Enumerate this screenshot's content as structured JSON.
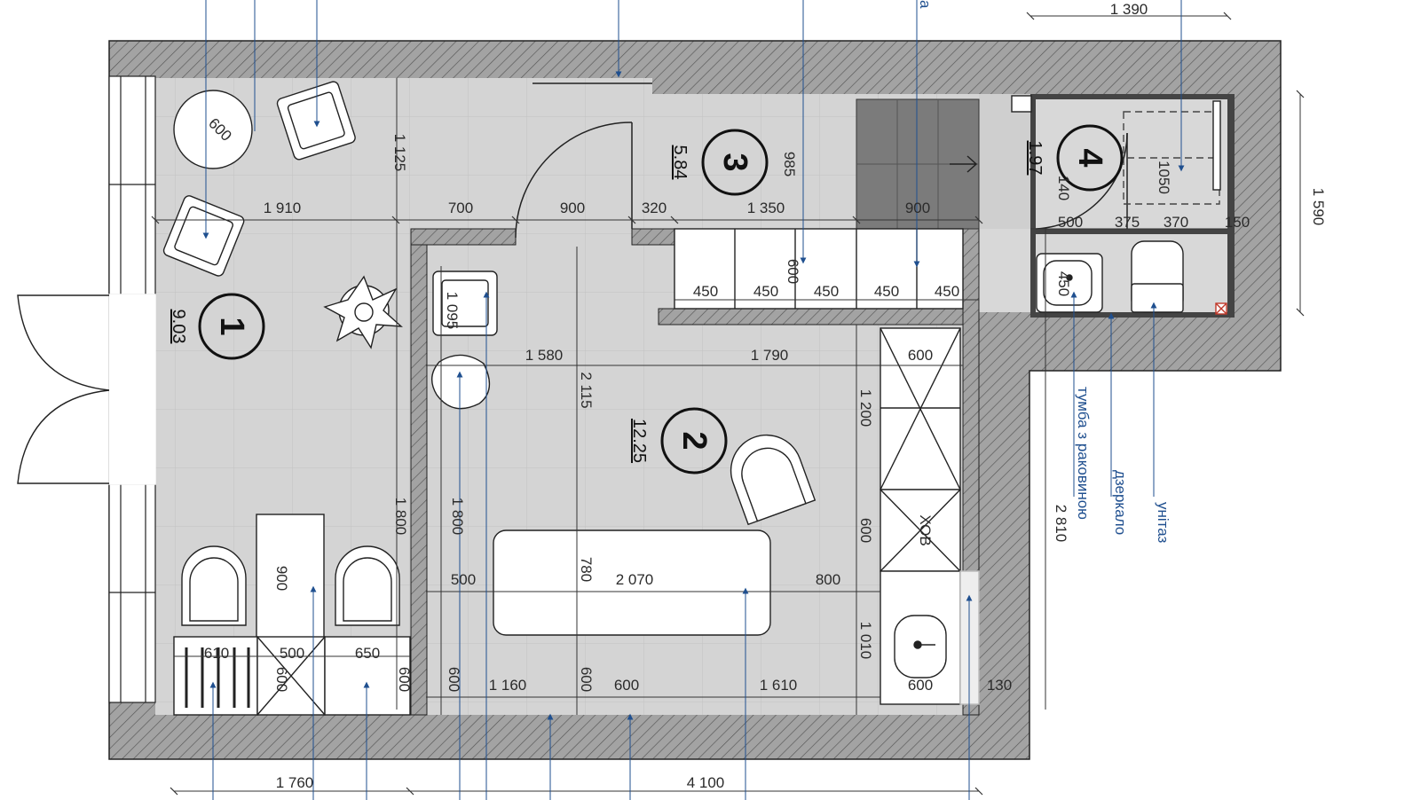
{
  "colors": {
    "wall_fill": "#9a9a9a",
    "floor": "#d4d4d4",
    "grid": "#bdbdbd",
    "stairs": "#777777",
    "line": "#1a1a1a",
    "arrow": "#1f4f8f",
    "label": "#1f4f8f"
  },
  "rooms": [
    {
      "number": "1",
      "area": "9.03"
    },
    {
      "number": "2",
      "area": "12.25"
    },
    {
      "number": "3",
      "area": "5.84"
    },
    {
      "number": "4",
      "area": "1.97"
    }
  ],
  "labels": {
    "sink_cabinet": "тумба з раковиною",
    "mirror": "дзеркало",
    "toilet": "унітаз",
    "top_cut": "а",
    "box": "ХОВ",
    "circle_table": "600"
  },
  "dims": {
    "d1390": "1 390",
    "d1590": "1 590",
    "d1125": "1 125",
    "d1910": "1 910",
    "d700": "700",
    "d900a": "900",
    "d320": "320",
    "d1350": "1 350",
    "d900b": "900",
    "d985": "985",
    "d140": "140",
    "d1050": "1050",
    "d500a": "500",
    "d375": "375",
    "d370": "370",
    "d150": "150",
    "d450a": "450",
    "d450b": "450",
    "d450c": "450",
    "d450d": "450",
    "d450e": "450",
    "d600v": "600",
    "d450v": "450",
    "d1095": "1 095",
    "d1580": "1 580",
    "d1790": "1 790",
    "d2115": "2 115",
    "d600r1": "600",
    "d1200": "1 200",
    "d600r2": "600",
    "d1800a": "1 800",
    "d1800b": "1 800",
    "d900c": "900",
    "d780": "780",
    "d500b": "500",
    "d2070": "2 070",
    "d800": "800",
    "d1010": "1 010",
    "d610": "610",
    "d500c": "500",
    "d650": "650",
    "d600s": "600",
    "d600t": "600",
    "d600u": "600",
    "d1160": "1 160",
    "d600w": "600",
    "d600x": "600",
    "d1610": "1 610",
    "d600y": "600",
    "d130": "130",
    "d2810": "2 810",
    "d1760": "1 760",
    "d4100": "4 100"
  }
}
